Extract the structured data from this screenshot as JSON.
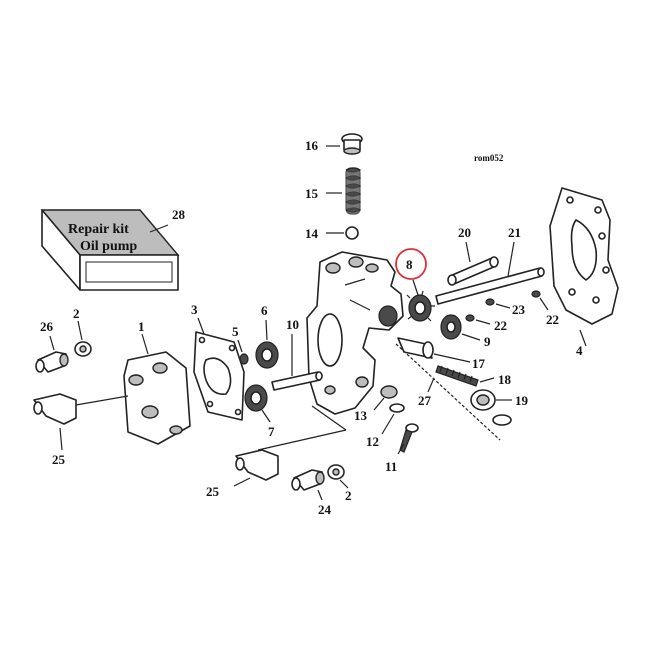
{
  "ref_code": "rom052",
  "repair_kit": {
    "line1": "Repair kit",
    "line2": "Oil pump"
  },
  "highlight_color": "#e0303a",
  "highlighted_part": "8",
  "labels": {
    "p1": "1",
    "p2a": "2",
    "p2b": "2",
    "p3": "3",
    "p4": "4",
    "p5": "5",
    "p6": "6",
    "p7": "7",
    "p8": "8",
    "p9": "9",
    "p10": "10",
    "p11": "11",
    "p12": "12",
    "p13": "13",
    "p14": "14",
    "p15": "15",
    "p16": "16",
    "p17": "17",
    "p18": "18",
    "p19": "19",
    "p20": "20",
    "p21": "21",
    "p22a": "22",
    "p22b": "22",
    "p23": "23",
    "p24": "24",
    "p25a": "25",
    "p25b": "25",
    "p26": "26",
    "p27": "27",
    "p28": "28"
  }
}
